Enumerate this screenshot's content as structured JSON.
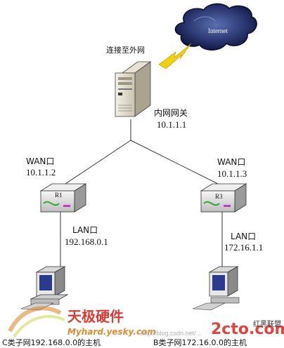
{
  "cloud": {
    "label": "Internet"
  },
  "gateway": {
    "caption": "连接至外网",
    "name": "内网网关",
    "ip": "10.1.1.1"
  },
  "router_left": {
    "label": "R1",
    "wan_label": "WAN口",
    "wan_ip": "10.1.1.2",
    "lan_label": "LAN口",
    "lan_ip": "192.168.0.1"
  },
  "router_right": {
    "label": "R3",
    "wan_label": "WAN口",
    "wan_ip": "10.1.1.3",
    "lan_label": "LAN口",
    "lan_ip": "172.16.1.1"
  },
  "pc_left": {
    "caption": "C类子网192.168.0.0的主机"
  },
  "pc_right": {
    "caption": "B类子网172.16.0.0的主机"
  },
  "watermarks": {
    "left_brand": "天极硬件",
    "left_url": "Myhard.yesky.com",
    "right_brand": "红黑联盟",
    "right_logo": "2cto.com",
    "center_blog": "http://blog.csdn.net/..."
  },
  "colors": {
    "cloud_dark": "#151c4a",
    "cloud_mid": "#3a4d8a",
    "lightning": "#f0d010",
    "brand_red": "#d8261f",
    "brand_orange": "#d8811c"
  }
}
